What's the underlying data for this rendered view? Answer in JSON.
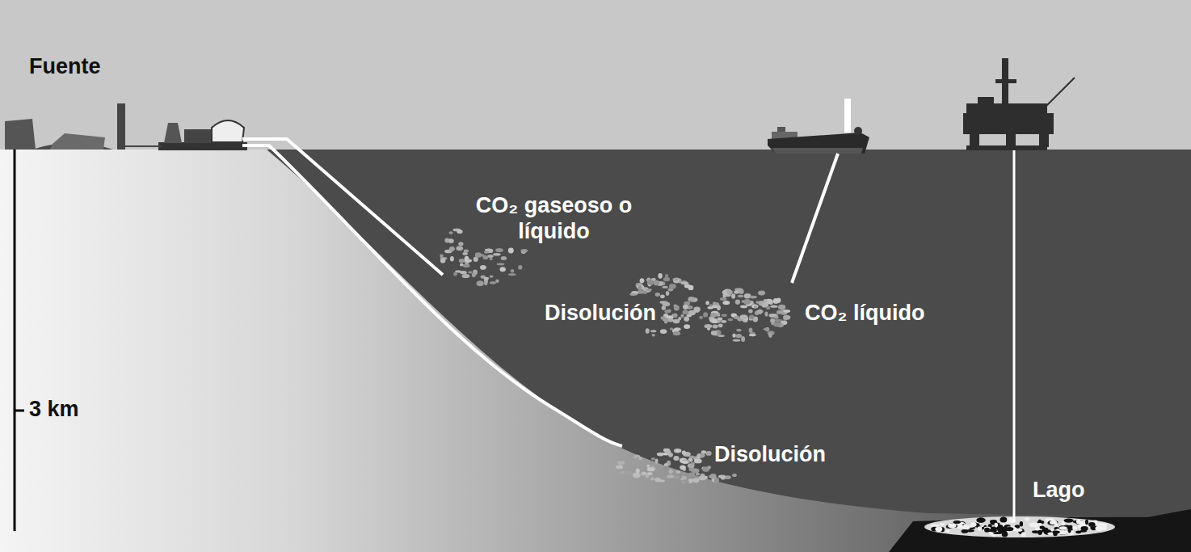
{
  "diagram": {
    "labels": [
      "Fuente",
      "CO₂ gaseoso o líquido",
      "Disolución",
      "CO₂ líquido",
      "3 km",
      "Disolución",
      "Lago"
    ]
  }
}
